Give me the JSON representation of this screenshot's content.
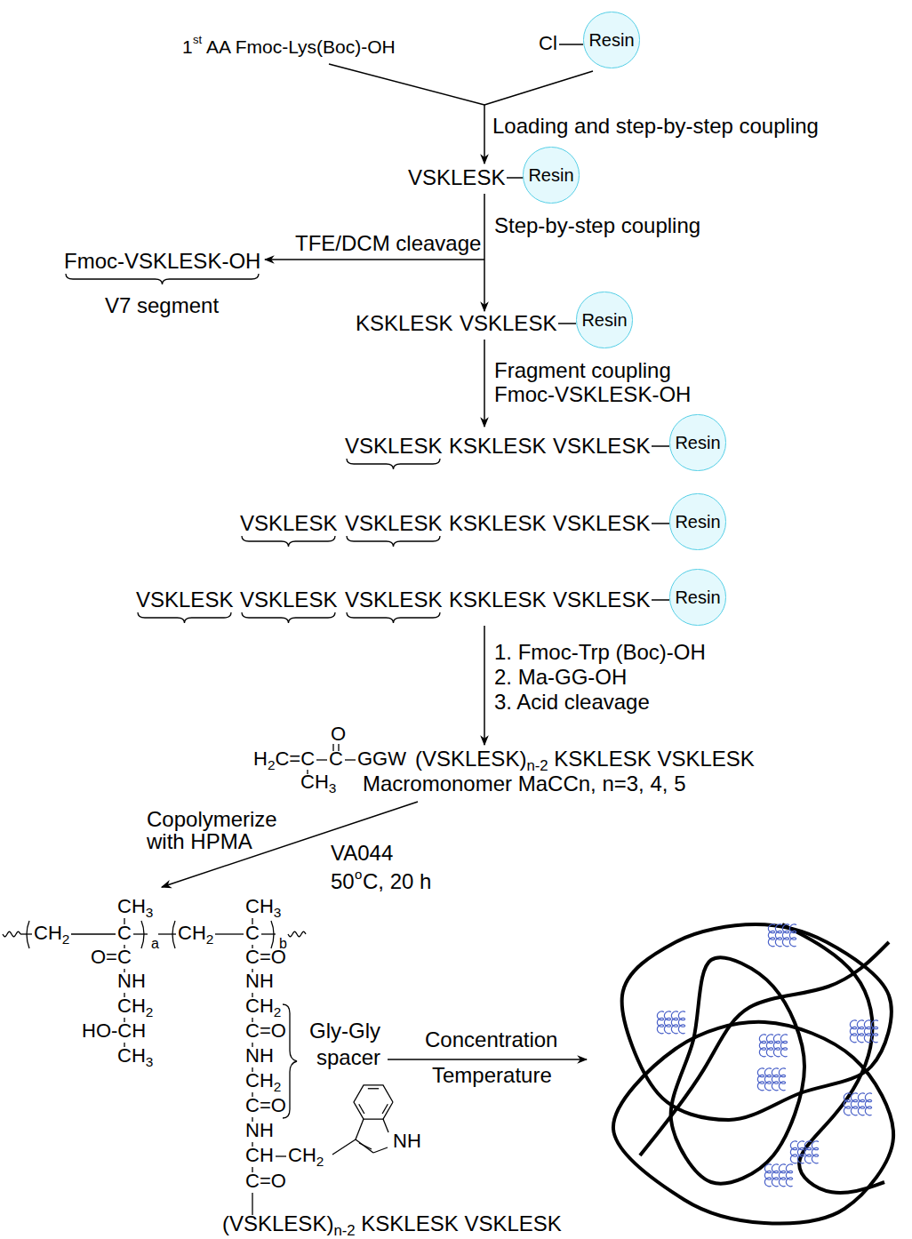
{
  "diagram": {
    "nodes": [
      {
        "text": [
          "Resin"
        ]
      },
      {
        "text": [
          "Resin"
        ]
      },
      {
        "text": [
          "Resin"
        ]
      },
      {
        "text": [
          "Resin"
        ]
      },
      {
        "text": [
          "Resin"
        ]
      },
      {
        "text": [
          "Resin"
        ]
      }
    ],
    "labels": [
      "1",
      "st",
      "AA Fmoc-Lys(Boc)-OH",
      "Cl",
      "Loading and step-by-step coupling",
      "VSKLESK",
      "Step-by-step coupling",
      "TFE/DCM cleavage",
      "Fmoc-VSKLESK-OH",
      "V7 segment",
      "KSKLESK",
      "VSKLESK",
      "Fragment coupling",
      "Fmoc-VSKLESK-OH",
      "VSKLESK",
      "KSKLESK",
      "VSKLESK",
      "VSKLESK",
      "VSKLESK",
      "KSKLESK",
      "VSKLESK",
      "VSKLESK",
      "VSKLESK",
      "VSKLESK",
      "KSKLESK",
      "VSKLESK",
      "1. Fmoc-Trp (Boc)-OH",
      "2. Ma-GG-OH",
      "3. Acid cleavage",
      "O",
      "H2C=C",
      "C",
      "GGW",
      "(VSKLESK)n-2 KSKLESK VSKLESK",
      "CH3",
      "Macromonomer MaCCn, n=3, 4, 5",
      "Copolymerize",
      "with HPMA",
      "VA044",
      "50",
      "o",
      "C, 20 h",
      "CH3",
      "CH3",
      "CH2",
      "C",
      "a",
      "CH2",
      "C",
      "b",
      "O=C",
      "NH",
      "CH2",
      "HO-CH",
      "CH3",
      "C=O",
      "NH",
      "CH2",
      "C=O",
      "NH",
      "CH2",
      "C=O",
      "NH",
      "CH",
      "CH2",
      "NH",
      "C=O",
      "(VSKLESK)n-2 KSKLESK VSKLESK",
      "Gly-Gly",
      "spacer",
      "Concentration",
      "Temperature"
    ]
  }
}
